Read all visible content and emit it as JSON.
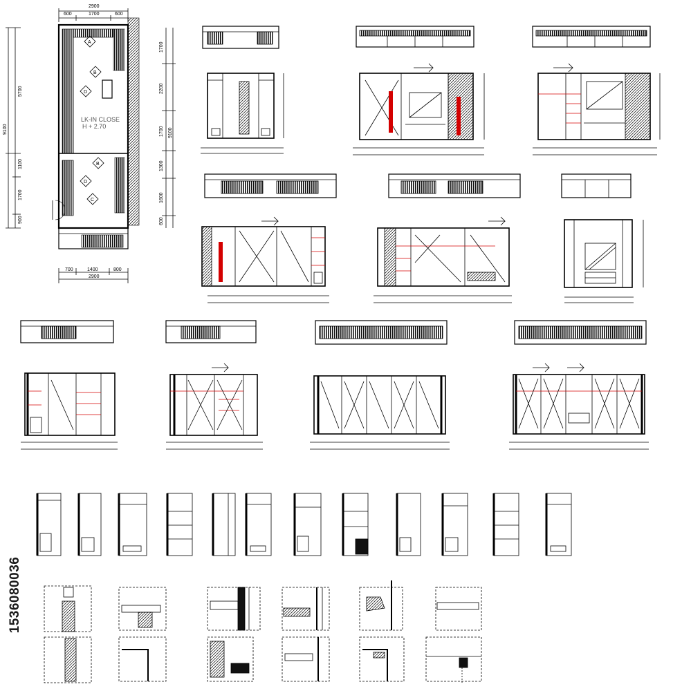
{
  "plan": {
    "top_dims": [
      "2900",
      "600",
      "1700",
      "600"
    ],
    "bottom_dims": [
      "700",
      "1400",
      "800",
      "2900"
    ],
    "left_dims": [
      "5700",
      "9100",
      "1100",
      "1700",
      "900"
    ],
    "right_dims": [
      "1700",
      "2200",
      "1700",
      "9100",
      "1300",
      "1600",
      "600"
    ],
    "room_label_line1": "LK-IN CLOSE",
    "room_label_line2": "H + 2.70",
    "markers": [
      "A",
      "B",
      "D",
      "B",
      "D",
      "C"
    ]
  },
  "stock_id": "1536080036",
  "colors": {
    "line": "#000000",
    "accent": "#d40000",
    "hatch": "#222222"
  }
}
